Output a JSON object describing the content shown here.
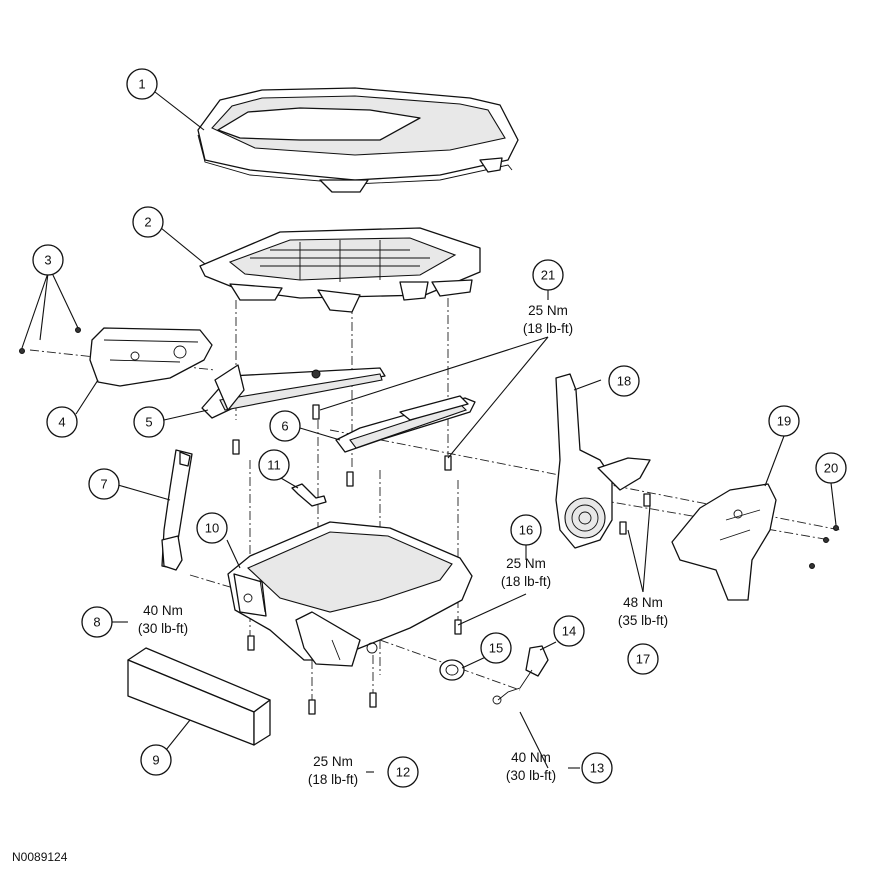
{
  "diagram_id": "N0089124",
  "callouts": [
    "1",
    "2",
    "3",
    "4",
    "5",
    "6",
    "7",
    "8",
    "9",
    "10",
    "11",
    "12",
    "13",
    "14",
    "15",
    "16",
    "17",
    "18",
    "19",
    "20",
    "21"
  ],
  "torques": {
    "t21": {
      "nm": "25 Nm",
      "lbft": "(18 lb-ft)"
    },
    "t8": {
      "nm": "40 Nm",
      "lbft": "(30 lb-ft)"
    },
    "t16": {
      "nm": "25 Nm",
      "lbft": "(18 lb-ft)"
    },
    "t17": {
      "nm": "48 Nm",
      "lbft": "(35 lb-ft)"
    },
    "t12": {
      "nm": "25 Nm",
      "lbft": "(18 lb-ft)"
    },
    "t13": {
      "nm": "40 Nm",
      "lbft": "(30 lb-ft)"
    }
  }
}
